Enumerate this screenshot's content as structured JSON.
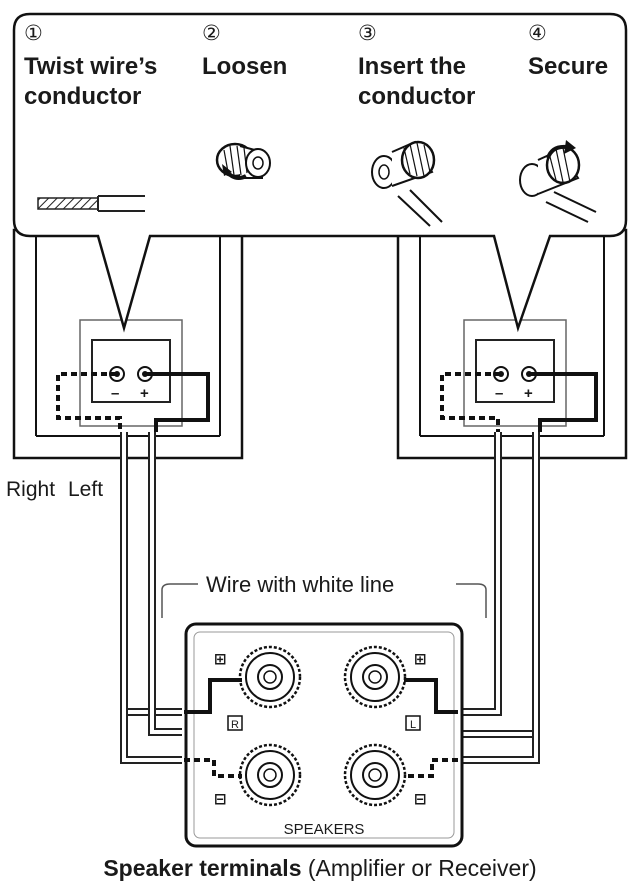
{
  "steps": [
    {
      "number": "①",
      "title_line1": "Twist wire’s",
      "title_line2": "conductor"
    },
    {
      "number": "②",
      "title_line1": "Loosen",
      "title_line2": ""
    },
    {
      "number": "③",
      "title_line1": "Insert the",
      "title_line2": "conductor"
    },
    {
      "number": "④",
      "title_line1": "Secure",
      "title_line2": ""
    }
  ],
  "speaker_terminal_marks": {
    "minus": "–",
    "plus": "+"
  },
  "channel_labels": {
    "right": "Right",
    "left": "Left"
  },
  "wire_label": "Wire with white line",
  "amp_panel": {
    "plus_symbol": "⊞",
    "minus_symbol": "⊟",
    "right_channel": "R",
    "left_channel": "L",
    "speakers_label": "SPEAKERS"
  },
  "footer": {
    "bold": "Speaker terminals",
    "normal": " (Amplifier or Receiver)"
  }
}
